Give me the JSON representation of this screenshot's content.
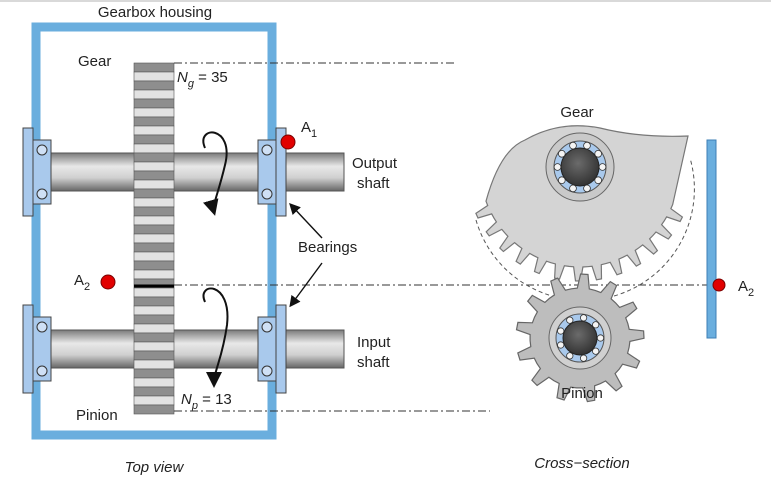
{
  "title": "Gearbox housing",
  "top_view": {
    "caption": "Top view",
    "gear_label": "Gear",
    "pinion_label": "Pinion",
    "ng_symbol": "N",
    "ng_sub": "g",
    "ng_value": " = 35",
    "np_symbol": "N",
    "np_sub": "p",
    "np_value": " = 13",
    "a1_symbol": "A",
    "a1_sub": "1",
    "a2_symbol": "A",
    "a2_sub": "2",
    "output_shaft_line1": "Output",
    "output_shaft_line2": "shaft",
    "input_shaft_line1": "Input",
    "input_shaft_line2": "shaft",
    "bearings_label": "Bearings"
  },
  "cross_section": {
    "caption": "Cross−section",
    "gear_label": "Gear",
    "pinion_label": "Pinion",
    "a2_symbol": "A",
    "a2_sub": "2"
  },
  "colors": {
    "housing": "#6aaede",
    "sensor": "#e10000",
    "gear_fill": "#d4d4d4",
    "bearing_blue": "#a9c9ec"
  }
}
